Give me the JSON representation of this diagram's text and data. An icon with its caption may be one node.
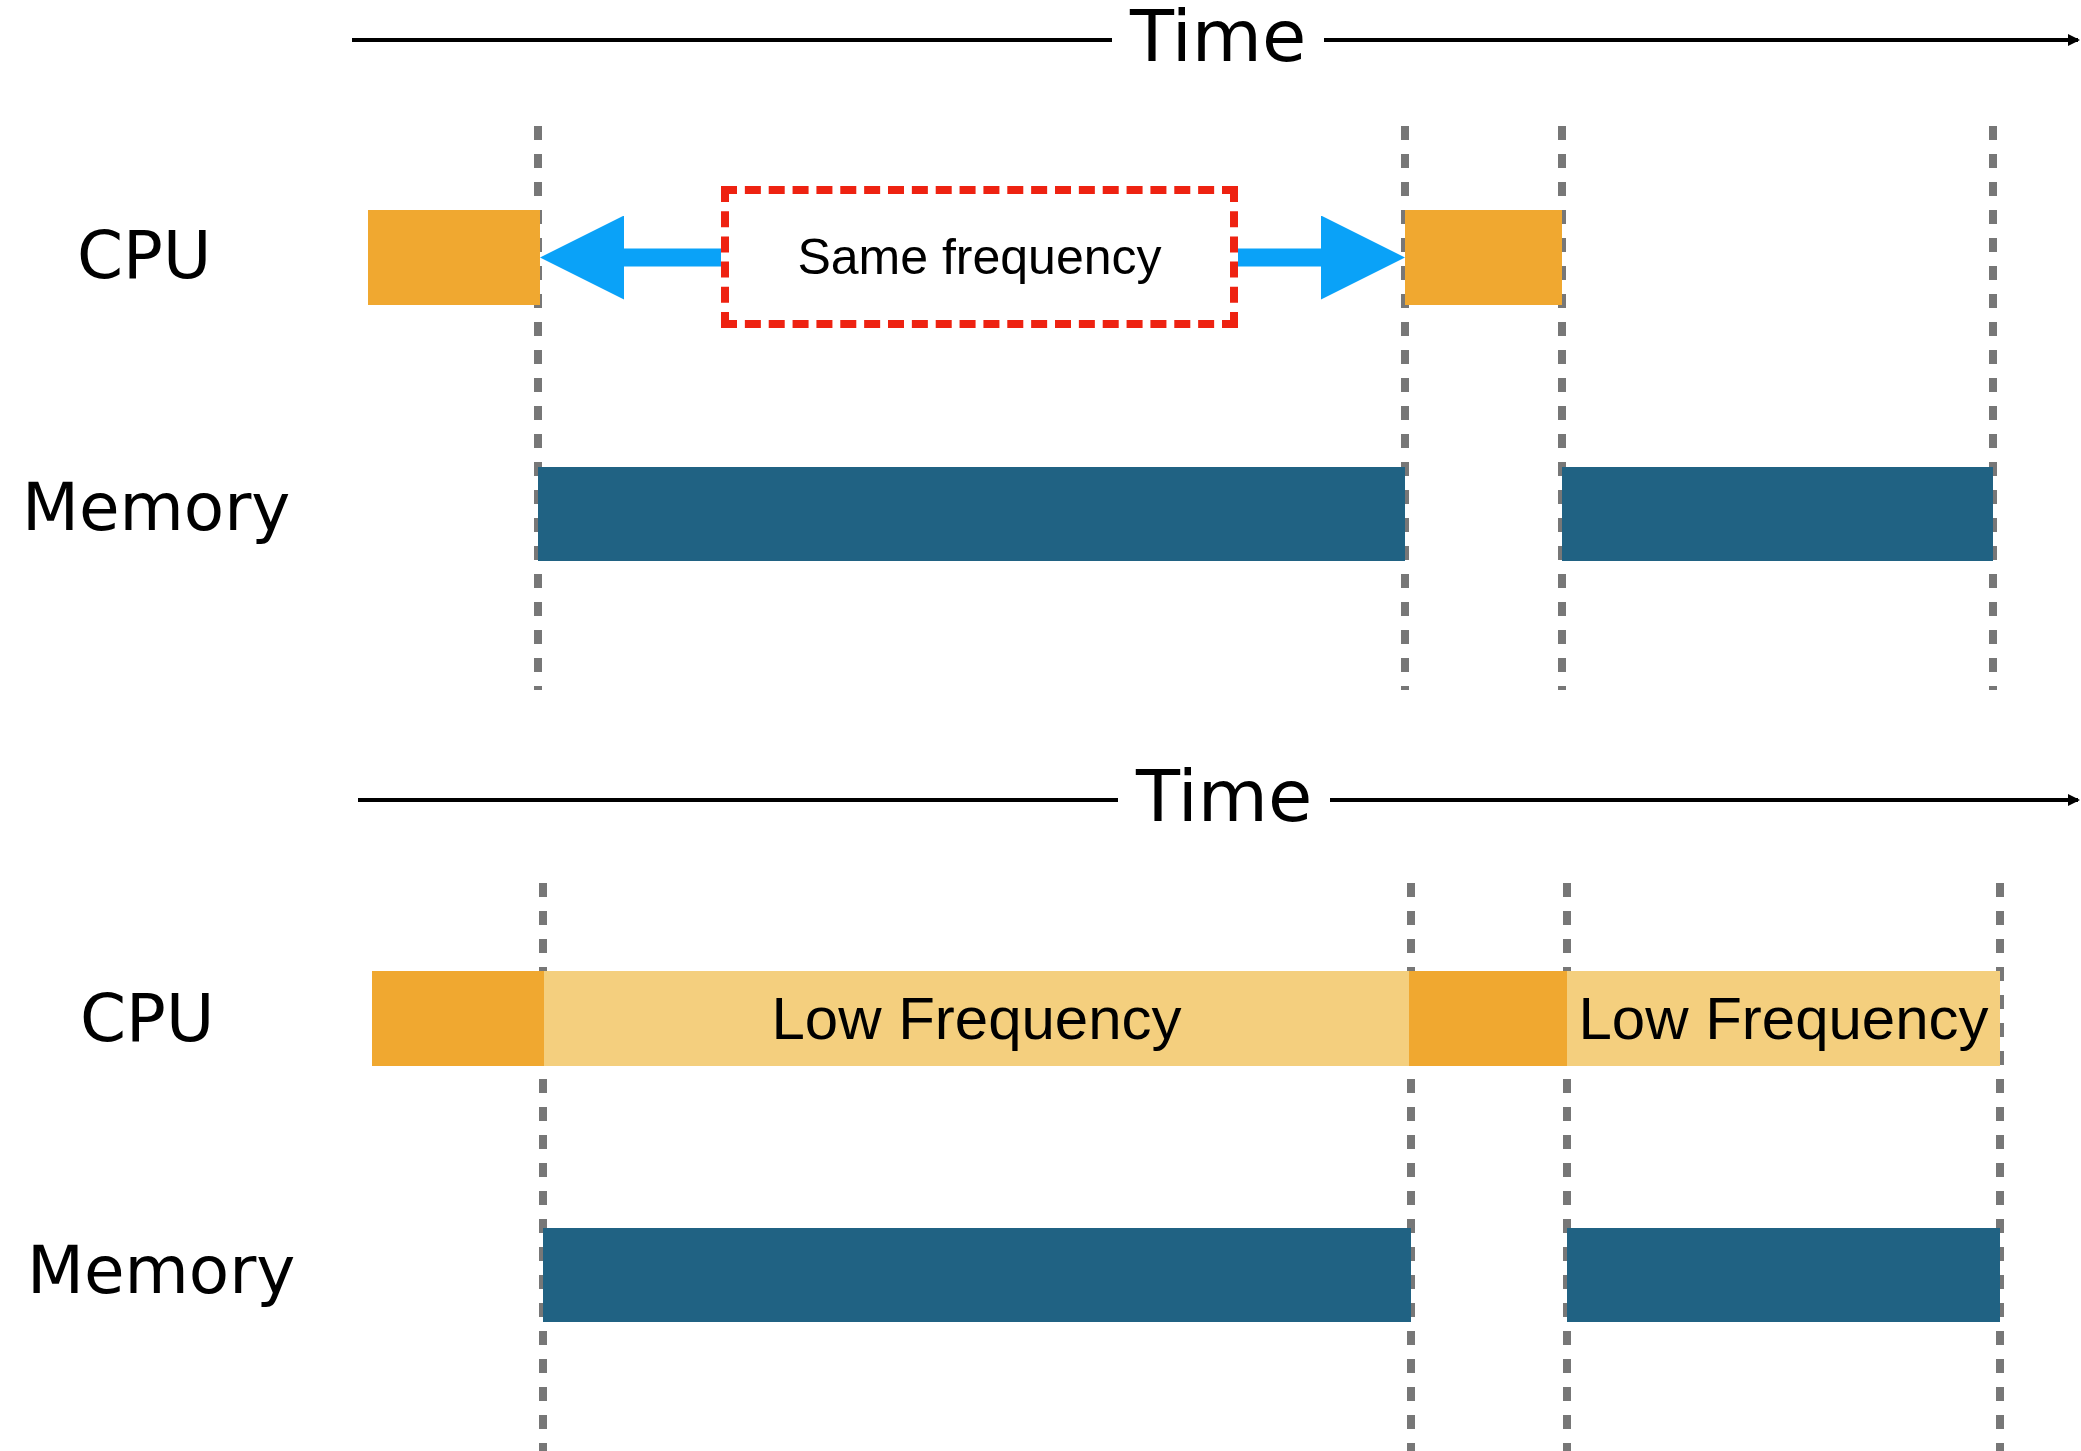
{
  "diagram": {
    "nodes": [
      {
        "text": [],
        "shape": "bar"
      },
      {
        "text": [
          "Same frequency"
        ]
      },
      {
        "text": [],
        "shape": "bar"
      },
      {
        "text": [],
        "shape": "bar"
      },
      {
        "text": [],
        "shape": "bar"
      },
      {
        "text": [],
        "shape": "bar"
      },
      {
        "text": [
          "Low Frequency"
        ]
      },
      {
        "text": [],
        "shape": "bar"
      },
      {
        "text": [
          "Low Frequency"
        ]
      },
      {
        "text": [],
        "shape": "bar"
      },
      {
        "text": [],
        "shape": "bar"
      }
    ],
    "edges": [
      {
        "from": 1,
        "to": 0,
        "arrow": "to"
      },
      {
        "from": 1,
        "to": 2,
        "arrow": "to"
      }
    ],
    "labels": [
      "Time",
      "CPU",
      "Memory",
      "Time",
      "CPU",
      "Memory"
    ]
  }
}
